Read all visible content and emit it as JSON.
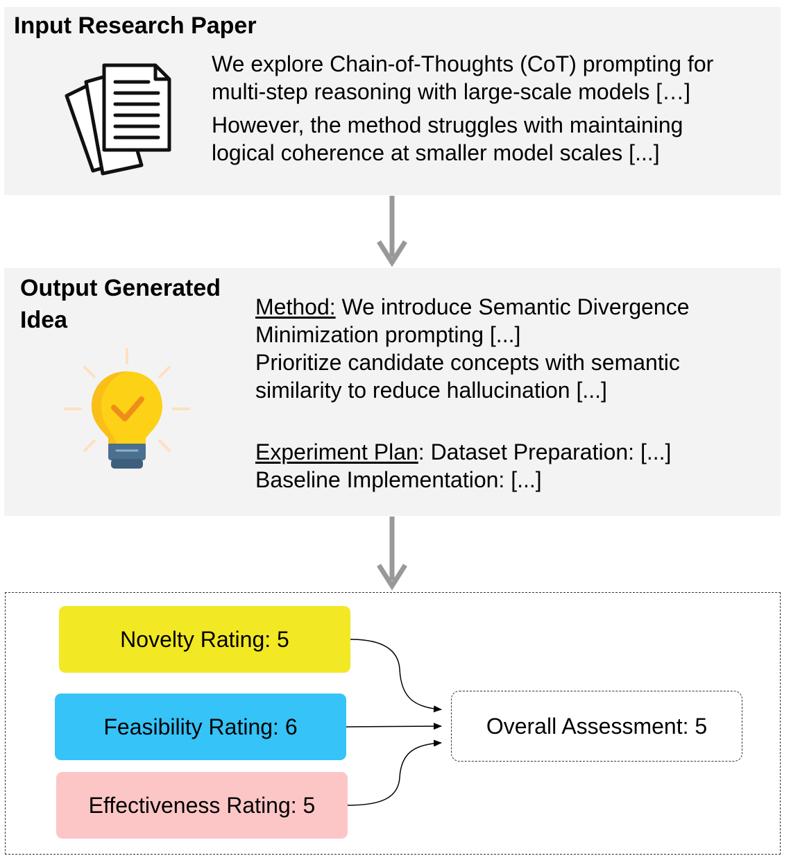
{
  "input": {
    "title": "Input Research Paper",
    "lines": [
      "We explore Chain-of-Thoughts (CoT) prompting for",
      "multi-step reasoning with large-scale models […]",
      "However, the method struggles with maintaining",
      "logical coherence at smaller model scales [...]"
    ],
    "icon": "document-stack-icon"
  },
  "output": {
    "title": "Output Generated Idea",
    "method_label": "Method:",
    "method_line1_rest": " We introduce Semantic Divergence",
    "method_lines": [
      "Minimization prompting [...]",
      "Prioritize candidate concepts with semantic",
      "similarity to reduce hallucination [...]"
    ],
    "plan_label": "Experiment Plan",
    "plan_line1_rest": ": Dataset Preparation: [...]",
    "plan_line2": "Baseline Implementation: [...]",
    "icon": "lightbulb-check-icon"
  },
  "ratings": {
    "novelty": "Novelty Rating: 5",
    "feasibility": "Feasibility Rating: 6",
    "effectiveness": "Effectiveness Rating: 5",
    "overall": "Overall Assessment: 5"
  },
  "colors": {
    "panel_bg": "#f3f3f3",
    "arrow": "#999999",
    "novelty": "#f2e824",
    "feasibility": "#35c3f8",
    "effectiveness": "#fdc6c6",
    "bulb_yellow": "#fcd116",
    "bulb_orange": "#f6a821",
    "bulb_base": "#4a6f8f",
    "bulb_rays": "#fde1c0"
  }
}
